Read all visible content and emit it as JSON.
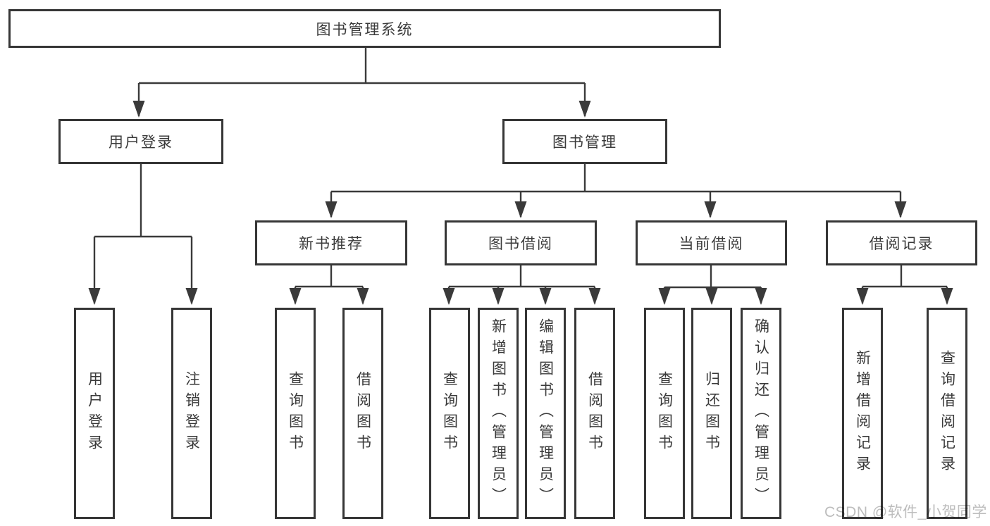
{
  "diagram": {
    "title": "图书管理系统",
    "branches": {
      "user_login": {
        "label": "用户登录",
        "children": [
          "用户登录",
          "注销登录"
        ]
      },
      "book_management": {
        "label": "图书管理",
        "sections": {
          "new_book_recommend": {
            "label": "新书推荐",
            "children": [
              "查询图书",
              "借阅图书"
            ]
          },
          "book_borrowing": {
            "label": "图书借阅",
            "children": [
              "查询图书",
              "新增图书（管理员）",
              "编辑图书（管理员）",
              "借阅图书"
            ]
          },
          "current_borrowing": {
            "label": "当前借阅",
            "children": [
              "查询图书",
              "归还图书",
              "确认归还（管理员）"
            ]
          },
          "borrowing_records": {
            "label": "借阅记录",
            "children": [
              "新增借阅记录",
              "查询借阅记录"
            ]
          }
        }
      }
    }
  },
  "watermark": {
    "text": "CSDN @软件_小贺同学"
  },
  "colors": {
    "line": "#3a3a3a",
    "box_border": "#363636",
    "text": "#3a3a3a",
    "watermark": "#bdbdbd",
    "background": "#ffffff"
  }
}
